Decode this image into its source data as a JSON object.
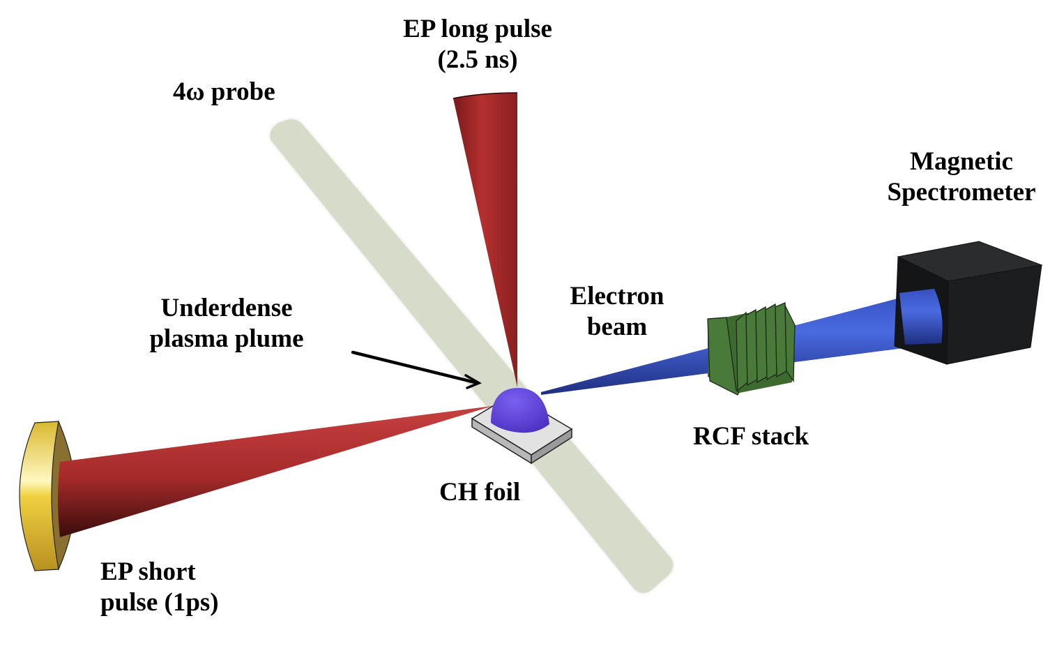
{
  "diagram": {
    "title": "Experimental setup schematic",
    "labels": {
      "long_pulse": [
        "EP long pulse",
        "(2.5 ns)"
      ],
      "probe": "4ω probe",
      "spectrometer": [
        "Magnetic",
        "Spectrometer"
      ],
      "electron_beam": [
        "Electron",
        "beam"
      ],
      "plume": [
        "Underdense",
        "plasma plume"
      ],
      "rcf": "RCF stack",
      "foil": "CH foil",
      "short_pulse": [
        "EP short",
        "pulse (1ps)"
      ]
    },
    "components": [
      {
        "id": "ep-long-pulse",
        "kind": "laser cone",
        "color": "#a52a2a"
      },
      {
        "id": "ep-short-pulse",
        "kind": "laser cone",
        "color": "#b83232"
      },
      {
        "id": "probe-beam",
        "kind": "probe bar",
        "color": "#d6dbca"
      },
      {
        "id": "ch-foil",
        "kind": "target",
        "color": "#c8c8c8"
      },
      {
        "id": "plasma-plume",
        "kind": "hemisphere",
        "color": "#5a3fd0"
      },
      {
        "id": "electron-beam",
        "kind": "beam cone",
        "color": "#4060d8"
      },
      {
        "id": "rcf-stack",
        "kind": "film stack",
        "color": "#4a7a3a"
      },
      {
        "id": "magnetic-spectrometer",
        "kind": "box",
        "color": "#1a1a1a"
      },
      {
        "id": "focusing-optic",
        "kind": "disk",
        "color": "#d4b028"
      }
    ]
  }
}
